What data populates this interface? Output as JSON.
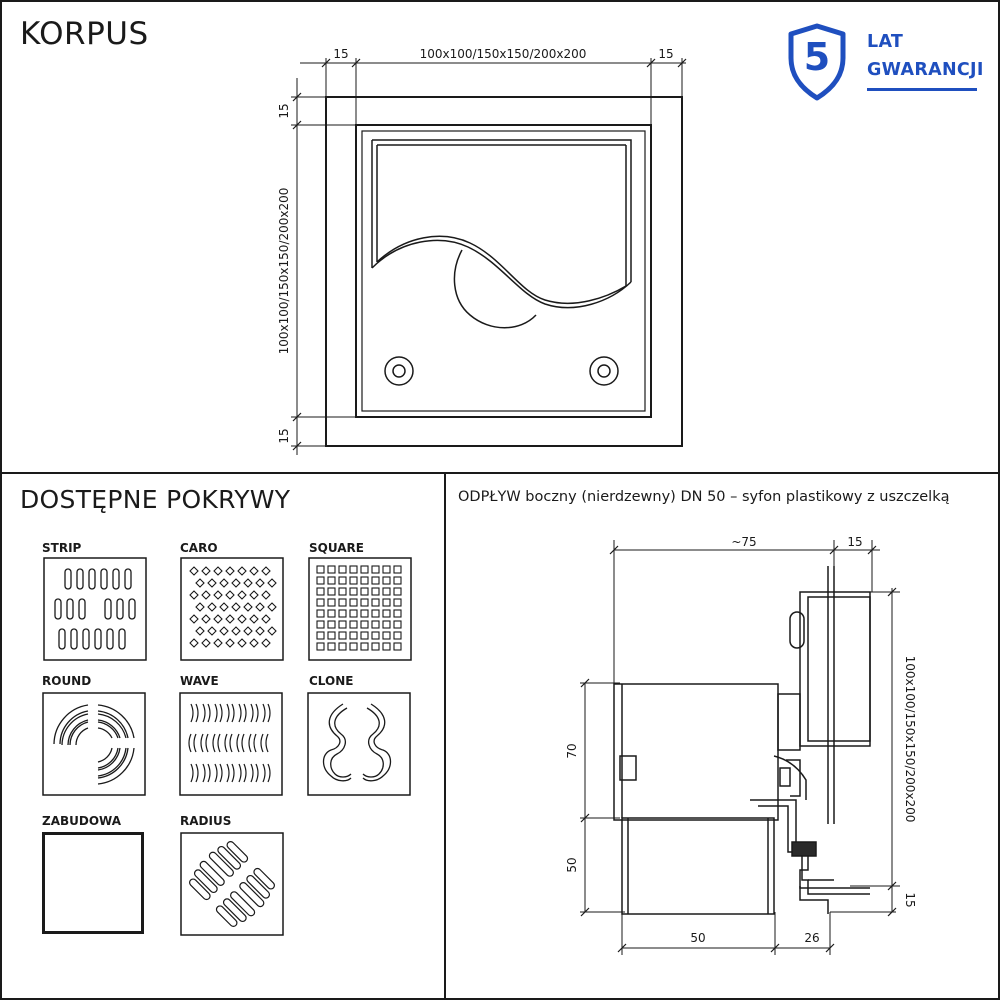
{
  "sections": {
    "korpus": {
      "title": "KORPUS",
      "dims": {
        "border_left": "15",
        "inner": "100x100/150x150/200x200",
        "border_right": "15",
        "border_top": "15",
        "inner_vertical": "100x100/150x150/200x200",
        "border_bottom": "15"
      }
    },
    "pokrywy": {
      "title": "DOSTĘPNE POKRYWY",
      "covers": [
        {
          "id": "strip",
          "label": "STRIP"
        },
        {
          "id": "caro",
          "label": "CARO"
        },
        {
          "id": "square",
          "label": "SQUARE"
        },
        {
          "id": "round",
          "label": "ROUND"
        },
        {
          "id": "wave",
          "label": "WAVE"
        },
        {
          "id": "clone",
          "label": "CLONE"
        },
        {
          "id": "zabudowa",
          "label": "ZABUDOWA"
        },
        {
          "id": "radius",
          "label": "RADIUS"
        }
      ]
    },
    "odplyw": {
      "title": "ODPŁYW boczny (nierdzewny) DN 50 – syfon plastikowy z uszczelką",
      "dims": {
        "length": "~75",
        "flange": "15",
        "height_top": "70",
        "height_bottom": "50",
        "pipe_width": "50",
        "offset": "26",
        "bottom_flange": "15",
        "size_range": "100x100/150x150/200x200"
      }
    }
  },
  "badge": {
    "number": "5",
    "line1": "LAT",
    "line2": "GWARANCJI",
    "color": "#1f4fbf",
    "icon": "shield-icon"
  }
}
